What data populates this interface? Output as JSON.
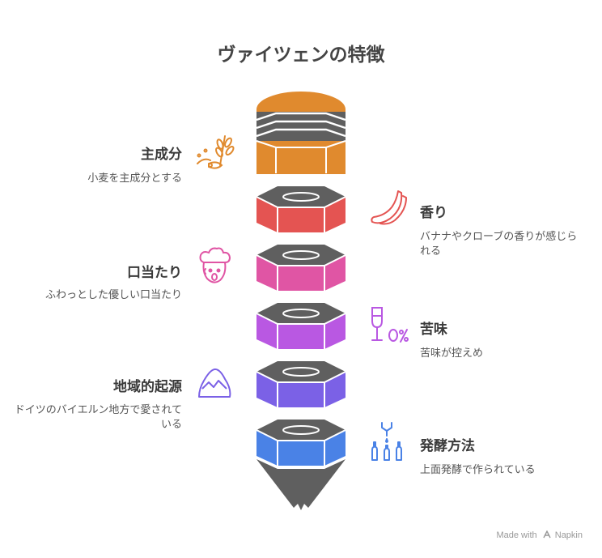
{
  "title": "ヴァイツェンの特徴",
  "items": [
    {
      "title": "主成分",
      "desc": "小麦を主成分とする",
      "color": "#E08A2E",
      "icon": "wheat-icon"
    },
    {
      "title": "香り",
      "desc": "バナナやクローブの香りが感じられる",
      "color": "#E45452",
      "icon": "banana-icon"
    },
    {
      "title": "口当たり",
      "desc": "ふわっとした優しい口当たり",
      "color": "#E055A4",
      "icon": "chef-face-icon"
    },
    {
      "title": "苦味",
      "desc": "苦味が控えめ",
      "color": "#B958E2",
      "icon": "wine-glass-percent-icon"
    },
    {
      "title": "地域的起源",
      "desc": "ドイツのバイエルン地方で愛されている",
      "color": "#7B61E6",
      "icon": "mountain-icon"
    },
    {
      "title": "発酵方法",
      "desc": "上面発酵で作られている",
      "color": "#4A82E6",
      "icon": "bottles-dispenser-icon"
    }
  ],
  "footer": {
    "made_with": "Made with",
    "brand": "Napkin"
  }
}
